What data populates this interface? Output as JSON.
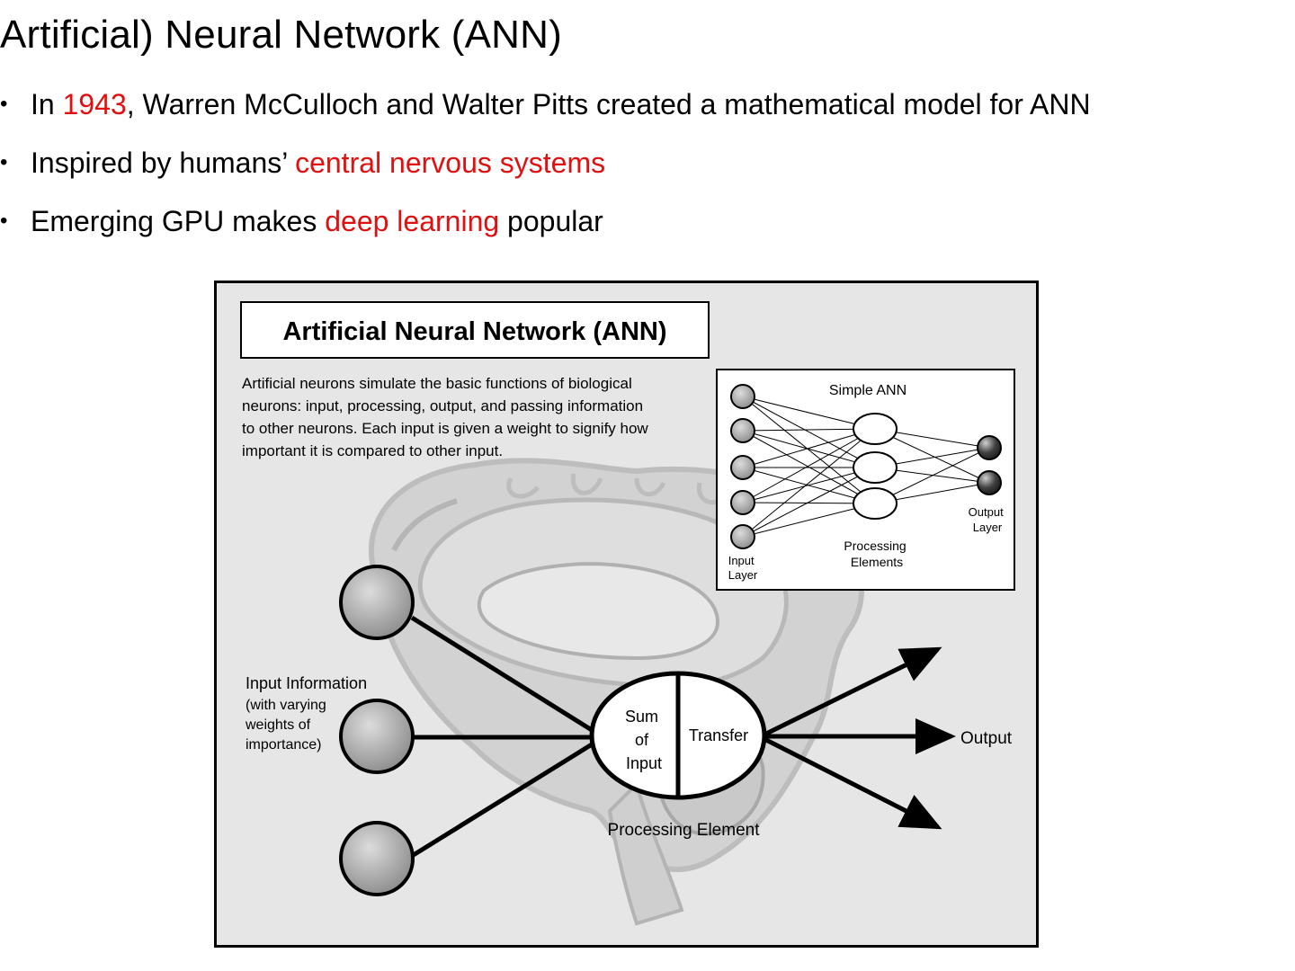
{
  "slide": {
    "title": "Artificial) Neural Network (ANN)",
    "bullets": [
      {
        "parts": [
          {
            "text": "In ",
            "red": false
          },
          {
            "text": "1943",
            "red": true
          },
          {
            "text": ", Warren McCulloch and Walter Pitts  created a mathematical model for ANN",
            "red": false
          }
        ]
      },
      {
        "parts": [
          {
            "text": "Inspired by humans’ ",
            "red": false
          },
          {
            "text": "central nervous systems",
            "red": true
          }
        ]
      },
      {
        "parts": [
          {
            "text": "Emerging GPU makes ",
            "red": false
          },
          {
            "text": "deep learning",
            "red": true
          },
          {
            "text": " popular",
            "red": false
          }
        ]
      }
    ],
    "accent_color": "#e01010"
  },
  "figure": {
    "title": "Artificial Neural Network (ANN)",
    "description": [
      "Artificial neurons simulate the basic functions of biological",
      "neurons: input, processing, output, and passing information",
      "to other neurons. Each input is given a weight to signify how",
      "important it is compared to other input."
    ],
    "inset": {
      "title": "Simple ANN",
      "input_label": [
        "Input",
        "Layer"
      ],
      "processing_label": [
        "Processing",
        "Elements"
      ],
      "output_label": [
        "Output",
        "Layer"
      ]
    },
    "input_info_label": [
      "Input Information",
      "(with varying",
      "weights of",
      "importance)"
    ],
    "sum_label": [
      "Sum",
      "of",
      "Input"
    ],
    "transfer_label": "Transfer",
    "output_label": "Output",
    "processing_element_label": "Processing Element"
  }
}
